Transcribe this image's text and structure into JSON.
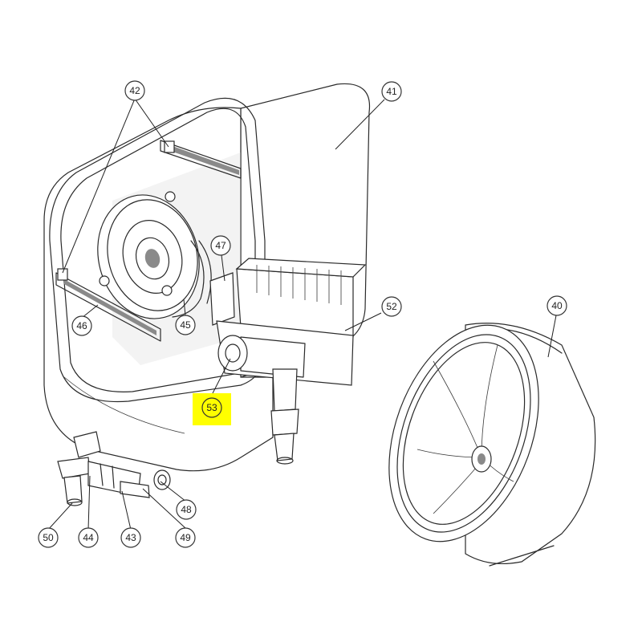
{
  "highlight_color": "#ffff00",
  "callouts": {
    "c40": "40",
    "c41": "41",
    "c42": "42",
    "c43": "43",
    "c44": "44",
    "c45": "45",
    "c46": "46",
    "c47": "47",
    "c48": "48",
    "c49": "49",
    "c50": "50",
    "c52": "52",
    "c53": "53"
  }
}
